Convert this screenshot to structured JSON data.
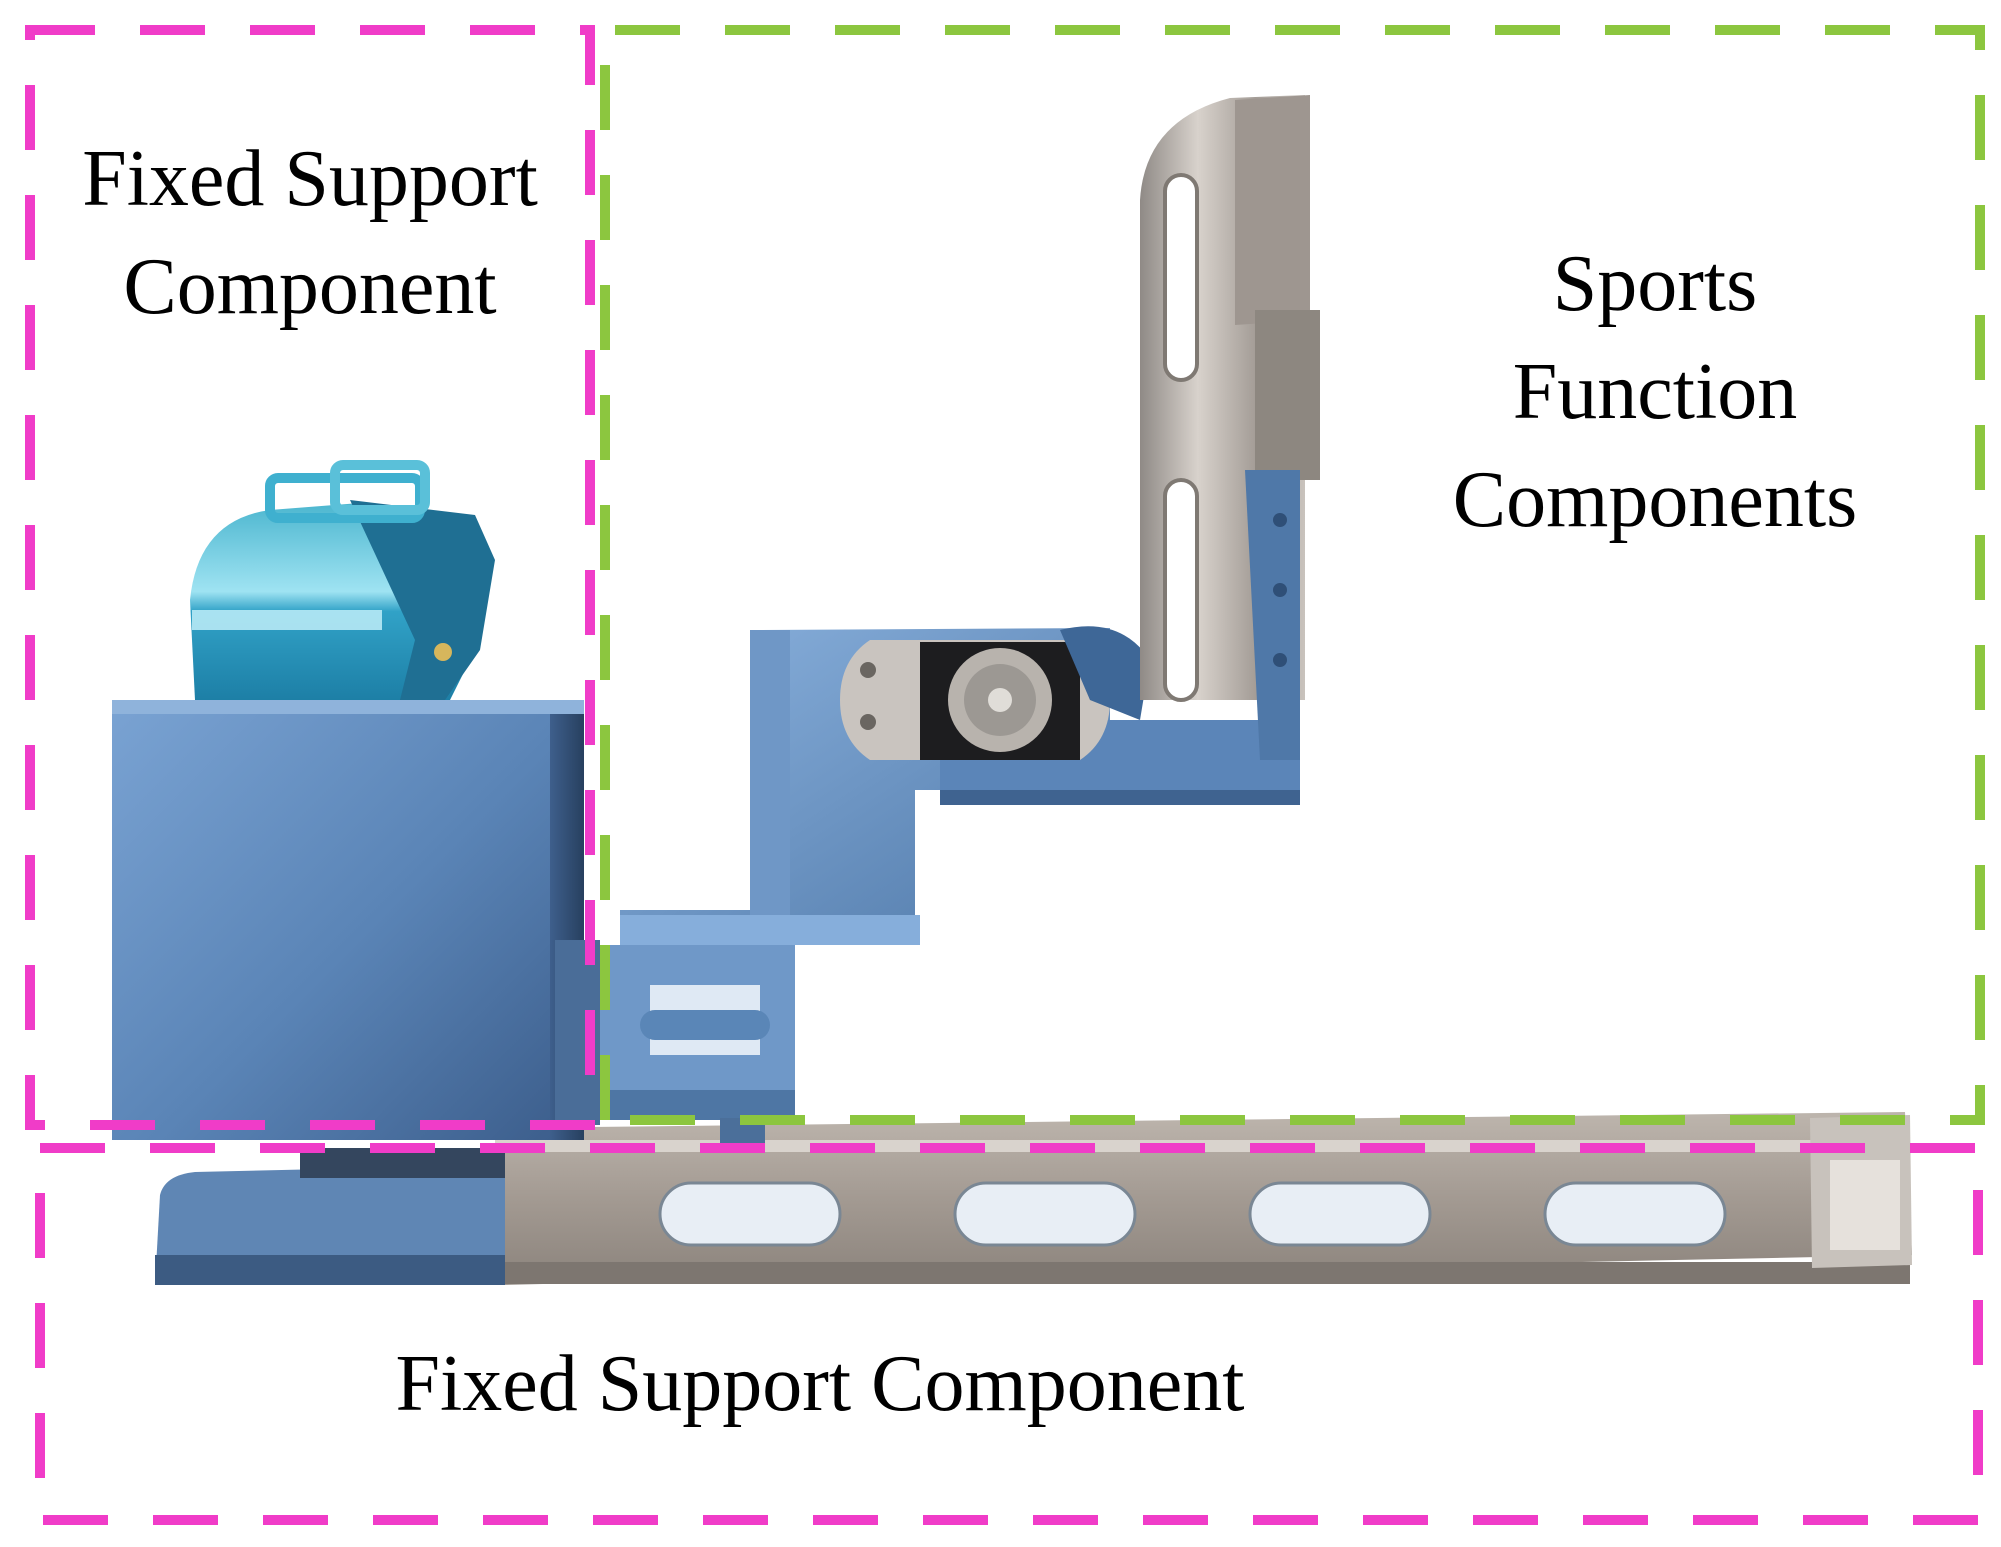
{
  "labels": {
    "fixed_support_top": [
      "Fixed Support",
      "Component"
    ],
    "sports_function": [
      "Sports",
      "Function",
      "Components"
    ],
    "fixed_support_bottom": "Fixed Support Component"
  },
  "colors": {
    "fixed_support_box": "#f03cc8",
    "sports_function_box": "#8cc63f",
    "steel_blue": "#5b86b8",
    "aluminum": "#b9b2ab",
    "cyan_part": "#2ea8c8"
  }
}
